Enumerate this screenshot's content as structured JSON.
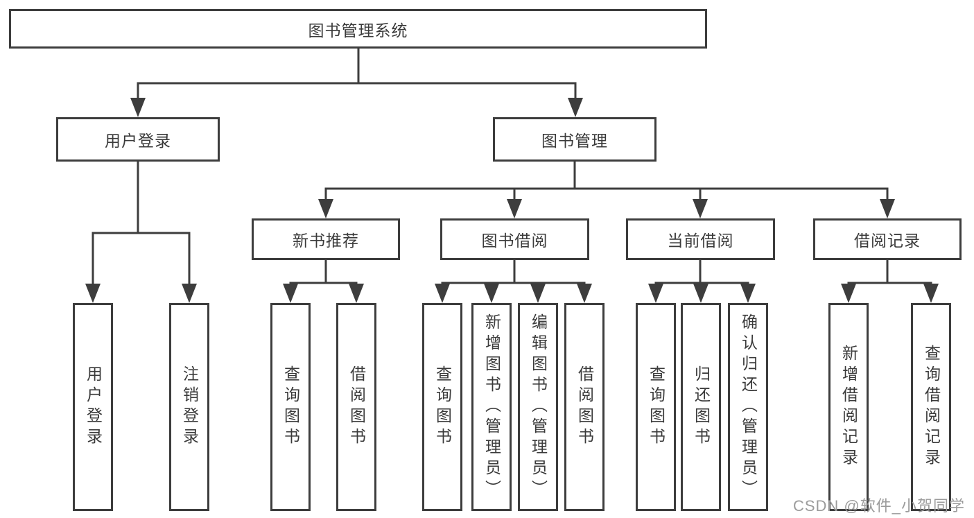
{
  "diagram": {
    "root": {
      "label": "图书管理系统"
    },
    "level2": [
      {
        "id": "user-login",
        "label": "用户登录"
      },
      {
        "id": "book-management",
        "label": "图书管理"
      }
    ],
    "level3": [
      {
        "id": "new-book-recommend",
        "label": "新书推荐"
      },
      {
        "id": "book-borrowing",
        "label": "图书借阅"
      },
      {
        "id": "current-borrowing",
        "label": "当前借阅"
      },
      {
        "id": "borrowing-records",
        "label": "借阅记录"
      }
    ],
    "leaves": {
      "user_login": [
        {
          "label": "用户登录"
        },
        {
          "label": "注销登录"
        }
      ],
      "new_book": [
        {
          "label": "查询图书"
        },
        {
          "label": "借阅图书"
        }
      ],
      "book_borrow": [
        {
          "label": "查询图书"
        },
        {
          "label": "新增图书（管理员）"
        },
        {
          "label": "编辑图书（管理员）"
        },
        {
          "label": "借阅图书"
        }
      ],
      "current_borrow": [
        {
          "label": "查询图书"
        },
        {
          "label": "归还图书"
        },
        {
          "label": "确认归还（管理员）"
        }
      ],
      "borrow_record": [
        {
          "label": "新增借阅记录"
        },
        {
          "label": "查询借阅记录"
        }
      ]
    }
  },
  "watermark": {
    "text": "CSDN @软件_小贺同学"
  },
  "colors": {
    "stroke": "#3d3d3d",
    "text": "#3a3a3a",
    "background": "#ffffff",
    "watermark": "#9b9b9b"
  }
}
